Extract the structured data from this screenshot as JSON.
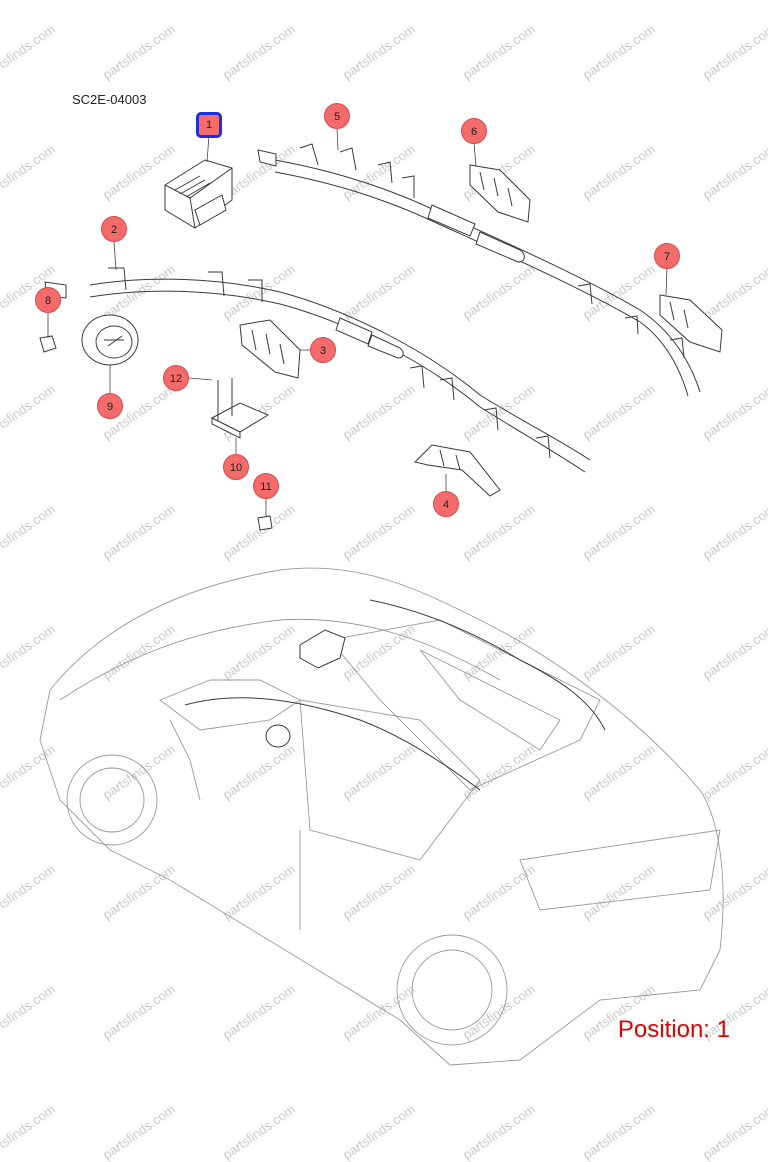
{
  "diagram": {
    "code": "SC2E-04003",
    "position_label": "Position: 1",
    "watermark": "partsfinds.com",
    "callouts": [
      {
        "id": "1",
        "selected": true
      },
      {
        "id": "2",
        "selected": false
      },
      {
        "id": "3",
        "selected": false
      },
      {
        "id": "4",
        "selected": false
      },
      {
        "id": "5",
        "selected": false
      },
      {
        "id": "6",
        "selected": false
      },
      {
        "id": "7",
        "selected": false
      },
      {
        "id": "8",
        "selected": false
      },
      {
        "id": "9",
        "selected": false
      },
      {
        "id": "10",
        "selected": false
      },
      {
        "id": "11",
        "selected": false
      },
      {
        "id": "12",
        "selected": false
      }
    ],
    "colors": {
      "callout_fill": "#f36b6b",
      "selected_border": "#1d2fe0",
      "position_text": "#e00000",
      "watermark": "#c9c9c9"
    }
  }
}
